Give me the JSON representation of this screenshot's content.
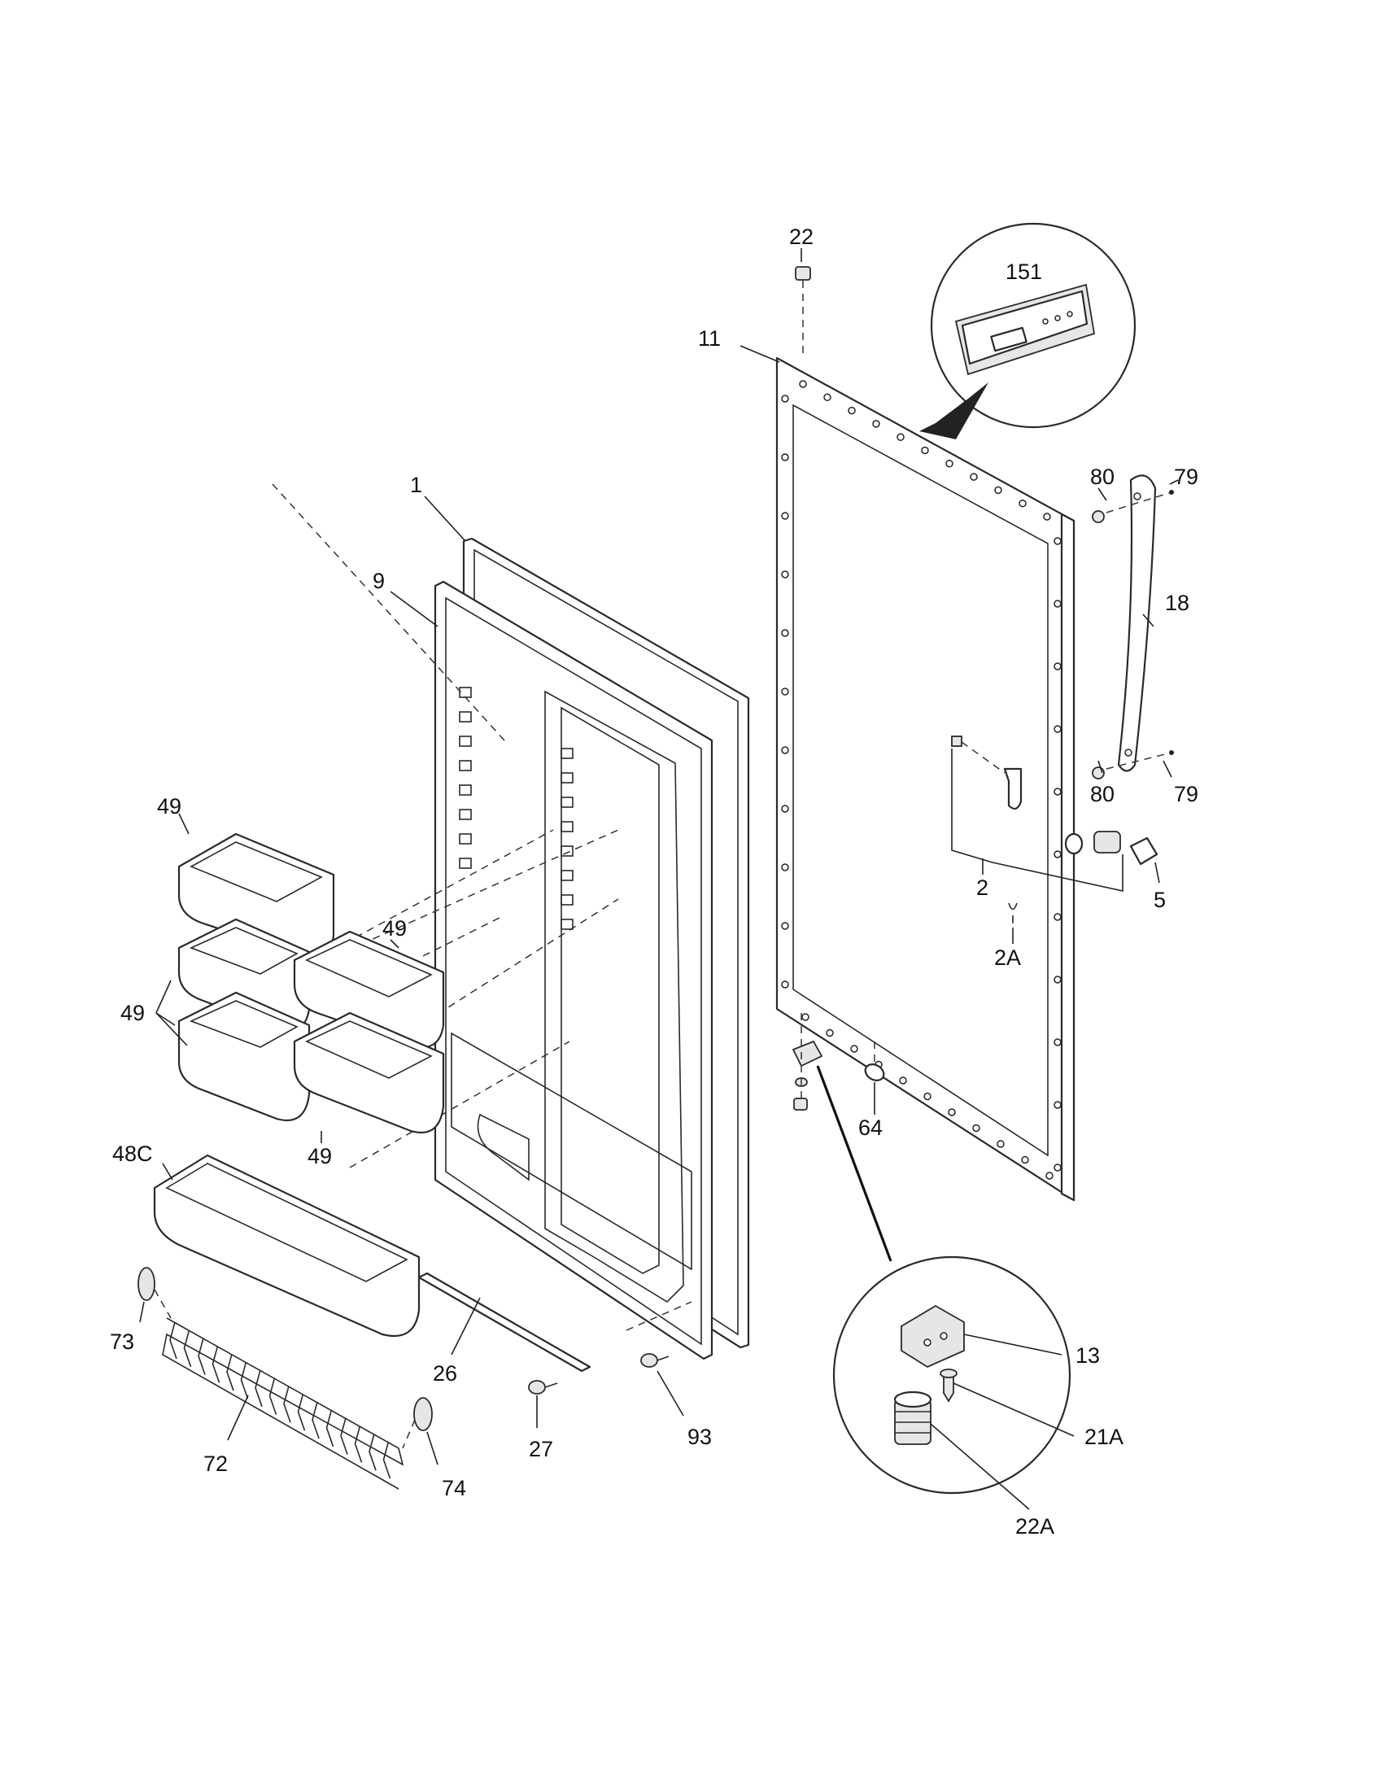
{
  "diagram": {
    "callouts": {
      "c1": "1",
      "c2": "2",
      "c2a": "2A",
      "c5": "5",
      "c9": "9",
      "c11": "11",
      "c13": "13",
      "c18": "18",
      "c21a": "21A",
      "c22": "22",
      "c22a": "22A",
      "c26": "26",
      "c27": "27",
      "c48c": "48C",
      "c49a": "49",
      "c49b": "49",
      "c49c": "49",
      "c49d": "49",
      "c64": "64",
      "c72": "72",
      "c73": "73",
      "c74": "74",
      "c79a": "79",
      "c79b": "79",
      "c80a": "80",
      "c80b": "80",
      "c93": "93",
      "c151": "151"
    },
    "colors": {
      "line": "#2a2a2a",
      "background": "#ffffff",
      "shade": "#e6e6e6"
    }
  }
}
